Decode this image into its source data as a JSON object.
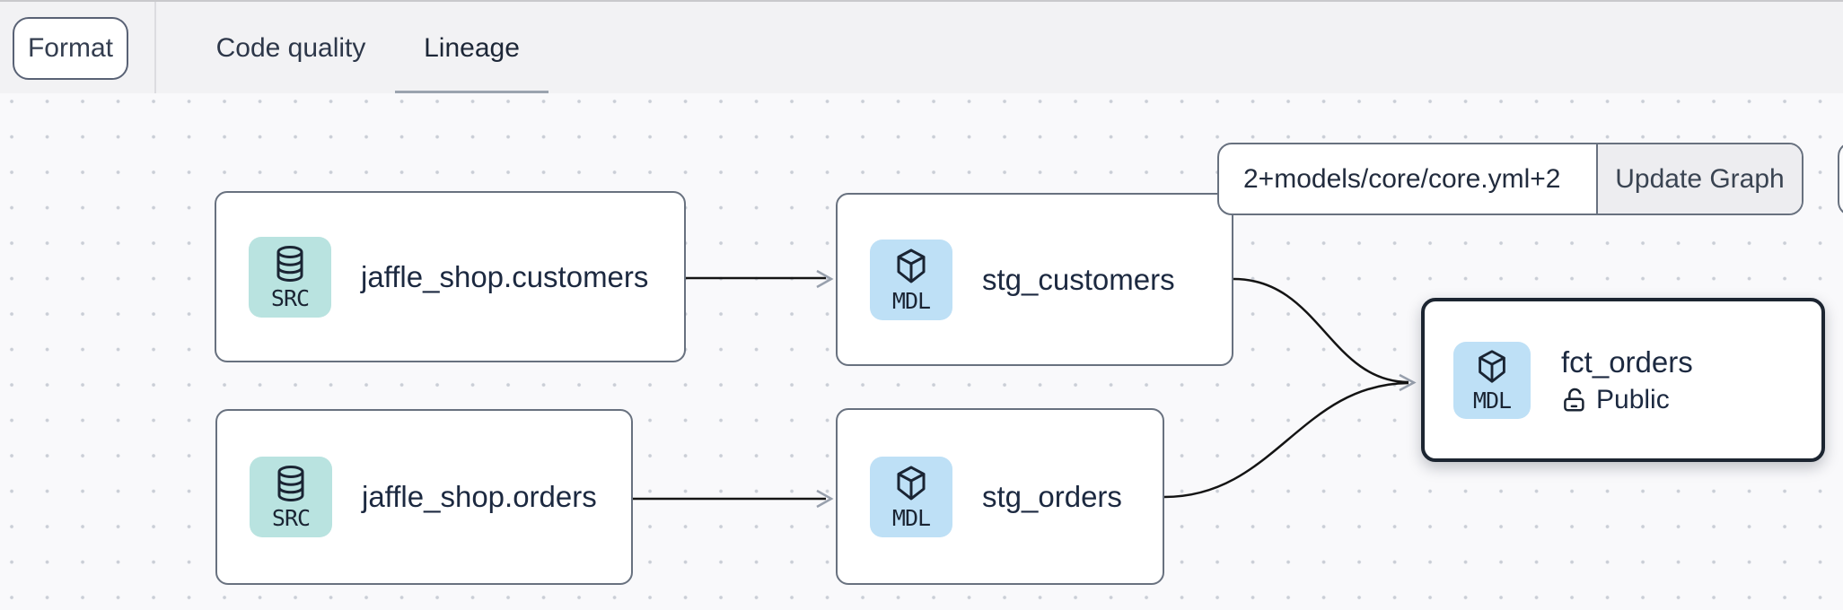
{
  "topbar": {
    "format_label": "Format",
    "tabs": [
      {
        "label": "Code quality",
        "active": false
      },
      {
        "label": "Lineage",
        "active": true
      }
    ]
  },
  "lineage": {
    "selector": {
      "value": "2+models/core/core.yml+2",
      "update_label": "Update Graph"
    },
    "nodes": [
      {
        "id": "source-jaffle-shop-customers",
        "type_badge": "SRC",
        "label": "jaffle_shop.customers"
      },
      {
        "id": "source-jaffle-shop-orders",
        "type_badge": "SRC",
        "label": "jaffle_shop.orders"
      },
      {
        "id": "model-stg-customers",
        "type_badge": "MDL",
        "label": "stg_customers"
      },
      {
        "id": "model-stg-orders",
        "type_badge": "MDL",
        "label": "stg_orders"
      },
      {
        "id": "model-fct-orders",
        "type_badge": "MDL",
        "label": "fct_orders",
        "access_badge": "Public",
        "selected": true
      }
    ],
    "edges": [
      {
        "from": "source-jaffle-shop-customers",
        "to": "model-stg-customers"
      },
      {
        "from": "source-jaffle-shop-orders",
        "to": "model-stg-orders"
      },
      {
        "from": "model-stg-customers",
        "to": "model-fct-orders"
      },
      {
        "from": "model-stg-orders",
        "to": "model-fct-orders"
      }
    ],
    "colors": {
      "source_chip_bg": "#b9e3e0",
      "model_chip_bg": "#bee0f6",
      "node_border": "#68717f",
      "selected_node_border": "#1c2531",
      "edge_stroke": "#141414",
      "arrowhead": "#98a0ad",
      "tab_underline": "#9ba3af",
      "canvas_bg": "#f9f9fb",
      "topbar_bg": "#f2f2f4",
      "text": "#1c2940"
    }
  }
}
